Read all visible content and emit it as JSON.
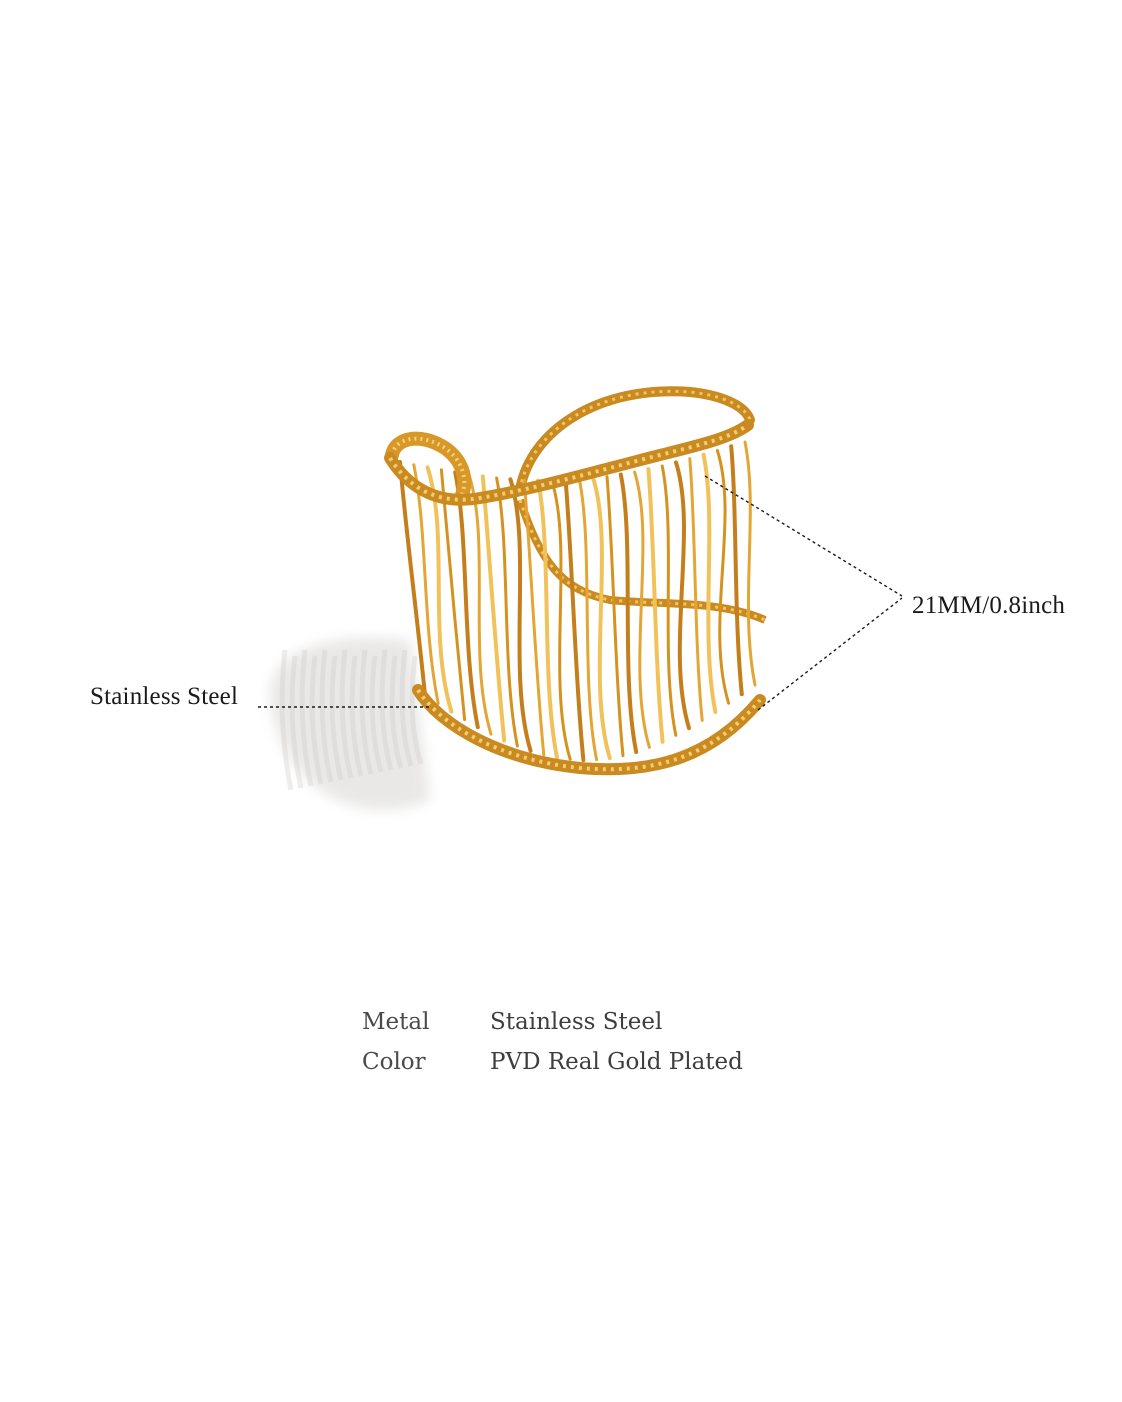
{
  "callouts": {
    "material": "Stainless Steel",
    "width": "21MM/0.8inch"
  },
  "specs": [
    {
      "key": "Metal",
      "value": "Stainless Steel"
    },
    {
      "key": "Color",
      "value": "PVD Real Gold Plated"
    }
  ],
  "colors": {
    "background": "#ffffff",
    "gold_light": "#f6c65a",
    "gold_mid": "#e0a030",
    "gold_dark": "#b9771a",
    "shadow": "#e6e4e2"
  }
}
